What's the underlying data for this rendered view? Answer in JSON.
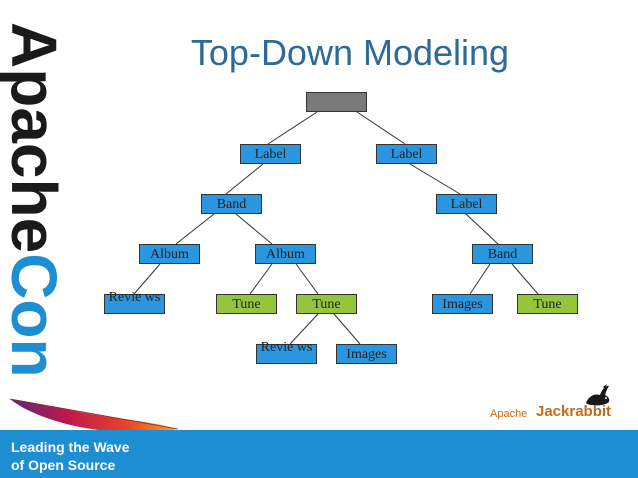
{
  "slide": {
    "title": "Top-Down Modeling",
    "vertical_brand": "ApacheCon",
    "footer_line1": "Leading the Wave",
    "footer_line2": "of Open Source",
    "logo_apache": "Apache",
    "logo_jackrabbit": "Jackrabbit"
  },
  "tree": {
    "root": "",
    "label_left": "Label",
    "label_right": "Label",
    "band_left": "Band",
    "label_mid_right": "Label",
    "album_left": "Album",
    "album_mid": "Album",
    "band_right": "Band",
    "reviews_left": "Revie ws",
    "tune_left": "Tune",
    "tune_mid": "Tune",
    "images_right": "Images",
    "tune_right": "Tune",
    "reviews_bottom": "Revie ws",
    "images_bottom": "Images"
  },
  "colors": {
    "title": "#2d6a96",
    "node_blue": "#2b96e0",
    "node_green": "#93c63c",
    "node_gray": "#7a7a7a",
    "footer": "#1c8ed1",
    "brand_blue": "#1c8ed1"
  },
  "icons": [
    "apache-feather-icon",
    "jackrabbit-rabbit-icon"
  ]
}
